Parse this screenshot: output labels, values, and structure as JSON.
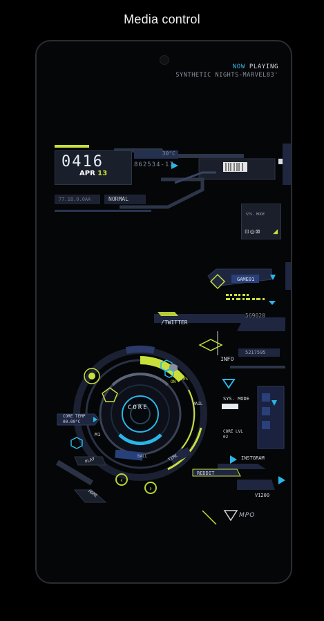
{
  "caption": "Media control",
  "now_playing": {
    "prefix": "NOW",
    "suffix": " PLAYING",
    "track": "SYNTHETIC NIGHTS-MARVEL83'"
  },
  "clock": {
    "time": "0416",
    "month": "APR",
    "day": "13",
    "temperature": "30°C",
    "serial": "862534-17"
  },
  "modes": {
    "left": "77.18.0.0AA",
    "right": "NORMAL"
  },
  "sys_mode": {
    "label": "SYS. MODE",
    "icons": "⊡◎⊠"
  },
  "tags": {
    "gamer": "GAME01",
    "code": "569020",
    "twitter": "/TWITTER",
    "info": "INFO",
    "info_code": "5217595",
    "core_temp": "CORE TEMP",
    "core_temp_value": "00.00°C",
    "m1": "M1",
    "play": "PLAY",
    "home": "HOME",
    "ball": "BALL",
    "time": "TIME",
    "mail": "MAIL",
    "on": "ON",
    "pct": "20%",
    "sys_mode2": "SYS. MODE",
    "core_lvl": "CORE LVL",
    "core_lvl_val": "02",
    "instagram": "INSTGRAM",
    "reddit": "REDDIT",
    "version": "V1200",
    "core": "CORE",
    "brand": "MPO"
  },
  "colors": {
    "accent_lime": "#c8e03a",
    "accent_cyan": "#29b6e8",
    "panel_navy": "#1f2640",
    "panel_dark": "#1a1f2c"
  },
  "icons": {
    "prev": "chevron-left-icon",
    "next": "chevron-right-icon",
    "triangle": "triangle-down-icon",
    "snowflake": "snowflake-icon"
  }
}
